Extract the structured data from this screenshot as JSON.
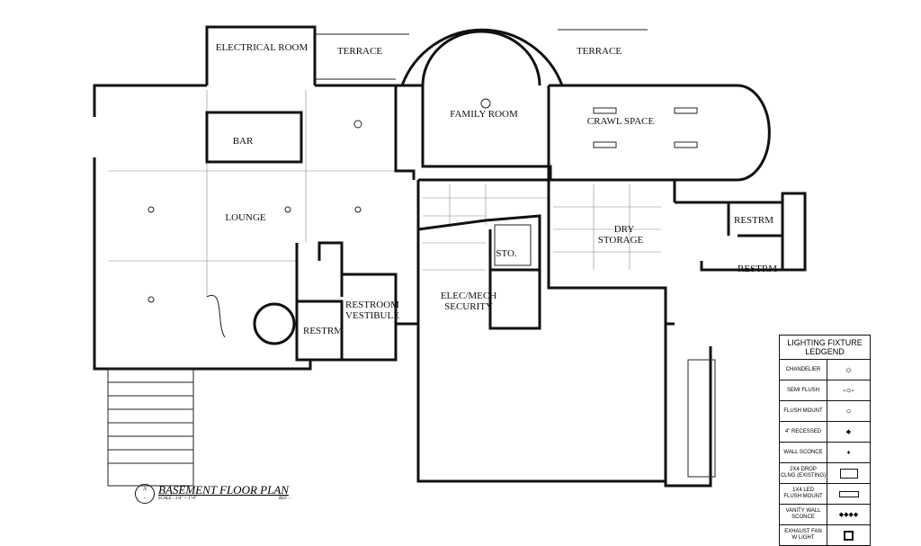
{
  "plan": {
    "rooms": {
      "electrical_room": "ELECTRICAL ROOM",
      "terrace_left": "TERRACE",
      "terrace_right": "TERRACE",
      "family_room": "FAMILY ROOM",
      "crawl_space": "CRAWL SPACE",
      "bar": "BAR",
      "lounge": "LOUNGE",
      "dry_storage_1": "DRY",
      "dry_storage_2": "STORAGE",
      "sto": "STO.",
      "elec_mech_1": "ELEC/MECH",
      "elec_mech_2": "SECURITY",
      "restroom_vestibule_1": "RESTROOM",
      "restroom_vestibule_2": "VESTIBULE",
      "restrm_left": "RESTRM",
      "restrm_right_top": "RESTRM",
      "restrm_right_bottom": "RESTRM"
    }
  },
  "legend": {
    "title": "LIGHTING FIXTURE\nLEDGEND",
    "items": [
      {
        "label": "CHANDELIER",
        "symbol": "chandelier-icon"
      },
      {
        "label": "SEMI FLUSH",
        "symbol": "semi-flush-icon"
      },
      {
        "label": "FLUSH MOUNT",
        "symbol": "flush-mount-icon"
      },
      {
        "label": "4\" RECESSED",
        "symbol": "recessed-icon"
      },
      {
        "label": "WALL SCONCE",
        "symbol": "wall-sconce-icon"
      },
      {
        "label": "2X4 DROP\nCLNG (EXISTING)",
        "symbol": "drop-ceiling-icon"
      },
      {
        "label": "1X4 LED\nFLUSH MOUNT",
        "symbol": "led-flush-icon"
      },
      {
        "label": "VANITY WALL\nSCONCE",
        "symbol": "vanity-sconce-icon"
      },
      {
        "label": "EXHAUST FAN\nW LIGHT",
        "symbol": "exhaust-fan-icon"
      }
    ]
  },
  "title_block": {
    "marker_top": "A",
    "marker_bottom": "-",
    "title": "BASEMENT FLOOR PLAN",
    "scale": "SCALE : 1/4\" = 1'-0\"",
    "ref": "REF.: -"
  }
}
